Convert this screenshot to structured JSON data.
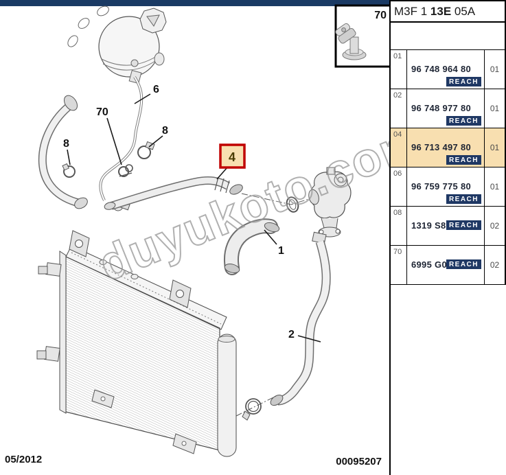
{
  "page": {
    "date": "05/2012",
    "doc_number": "00095207",
    "watermark": "duyukoto.com"
  },
  "panel": {
    "header": {
      "prefix": "M3F 1 ",
      "bold": "13E",
      "suffix": " 05A"
    },
    "reach_label": "REACH",
    "rows": [
      {
        "ref": "01",
        "part": "96 748 964 80",
        "qty": "01",
        "highlighted": false,
        "reach_style": "block"
      },
      {
        "ref": "02",
        "part": "96 748 977 80",
        "qty": "01",
        "highlighted": false,
        "reach_style": "block"
      },
      {
        "ref": "04",
        "part": "96 713 497 80",
        "qty": "01",
        "highlighted": true,
        "reach_style": "block"
      },
      {
        "ref": "06",
        "part": "96 759 775 80",
        "qty": "01",
        "highlighted": false,
        "reach_style": "block"
      },
      {
        "ref": "08",
        "part": "1319 S8",
        "qty": "02",
        "highlighted": false,
        "reach_style": "inline"
      },
      {
        "ref": "70",
        "part": "6995 G0",
        "qty": "02",
        "highlighted": false,
        "reach_style": "inline"
      }
    ]
  },
  "diagram": {
    "inset_label": "70",
    "callouts": {
      "c6": "6",
      "c70": "70",
      "c8a": "8",
      "c8b": "8",
      "c4": "4",
      "c1": "1",
      "c2": "2"
    },
    "selected_callout": "4"
  },
  "colors": {
    "top_bar_navy": "#1A3A64",
    "reach_badge_navy": "#1F3864",
    "row_highlight": "#F8DFB0",
    "callout_red": "#C00000"
  }
}
